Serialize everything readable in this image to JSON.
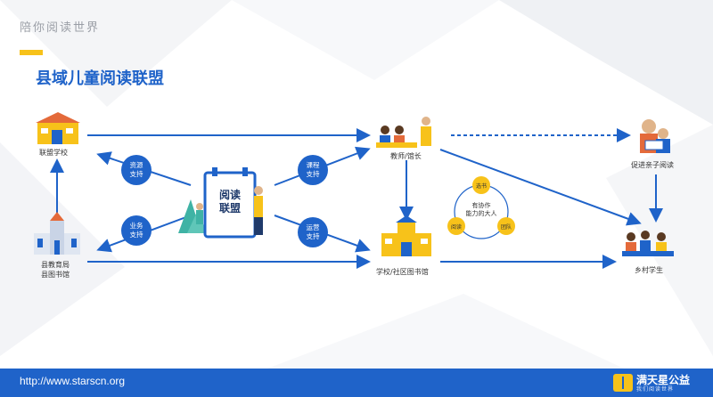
{
  "header": {
    "tagline": "陪你阅读世界",
    "title": "县域儿童阅读联盟"
  },
  "nodes": {
    "alliance_school": "联盟学校",
    "county_bureau_line1": "县教育局",
    "county_bureau_line2": "县图书馆",
    "teachers": "教师/馆长",
    "school_library": "学校/社区图书馆",
    "parent_child": "促进亲子阅读",
    "rural_students": "乡村学生"
  },
  "board": {
    "line1": "阅读",
    "line2": "联盟"
  },
  "supports": {
    "resource_line1": "资源",
    "resource_line2": "支持",
    "business_line1": "业务",
    "business_line2": "支持",
    "course_line1": "课程",
    "course_line2": "支持",
    "operation_line1": "运营",
    "operation_line2": "支持"
  },
  "cycle": {
    "select_books": "选书",
    "reading": "阅读",
    "team": "团队",
    "center_line1": "有协作",
    "center_line2": "能力的大人"
  },
  "footer": {
    "url": "http://www.starscn.org",
    "logo_name": "满天星公益",
    "logo_sub": "我们阅读世界"
  },
  "colors": {
    "primary": "#1f63c9",
    "accent": "#f7c21a"
  }
}
